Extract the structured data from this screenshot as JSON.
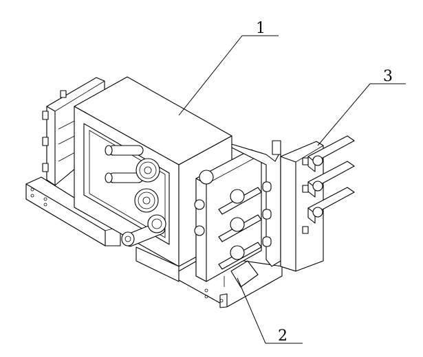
{
  "figure": {
    "callouts": [
      {
        "id": "callout-1",
        "text": "1"
      },
      {
        "id": "callout-2",
        "text": "2"
      },
      {
        "id": "callout-3",
        "text": "3"
      }
    ]
  }
}
